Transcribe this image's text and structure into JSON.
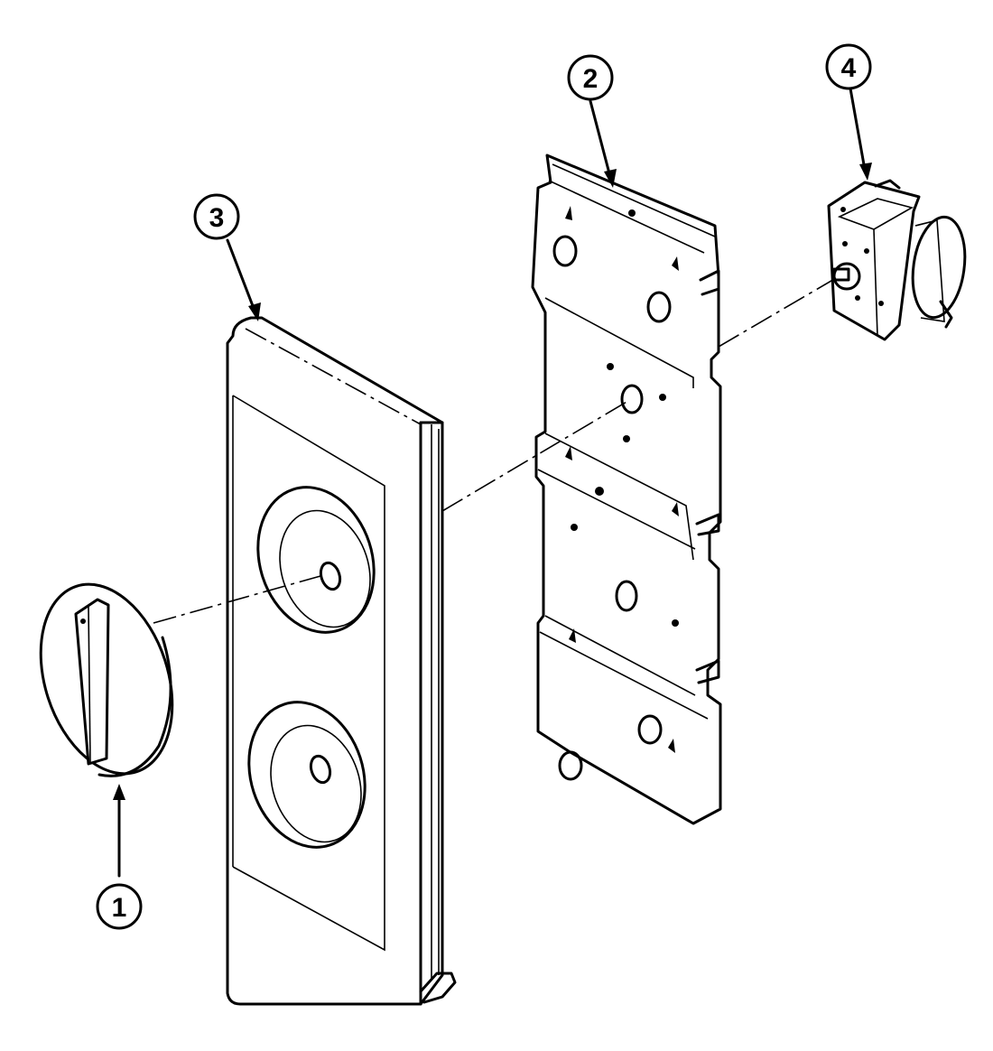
{
  "diagram": {
    "callouts": [
      {
        "id": "1",
        "label": "1",
        "part": "knob"
      },
      {
        "id": "2",
        "label": "2",
        "part": "mounting-bracket"
      },
      {
        "id": "3",
        "label": "3",
        "part": "control-panel"
      },
      {
        "id": "4",
        "label": "4",
        "part": "timer"
      }
    ],
    "colors": {
      "line": "#000000",
      "background": "#ffffff"
    }
  }
}
